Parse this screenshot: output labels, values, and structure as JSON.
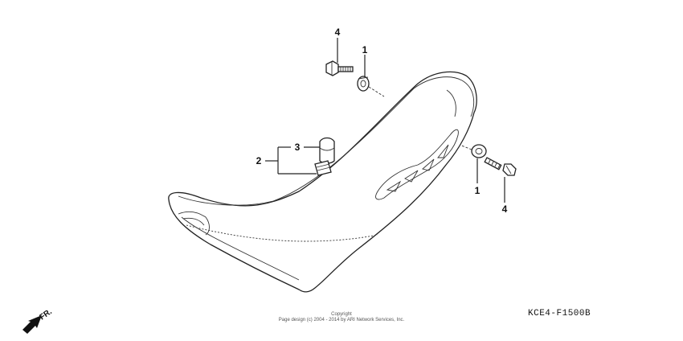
{
  "callouts": {
    "collar_top": "1",
    "collar_right": "1",
    "seat_assy": "2",
    "band": "3",
    "bolt_top": "4",
    "bolt_right": "4"
  },
  "front_label": "FR.",
  "diagram_code": "KCE4-F1500B",
  "copyright": {
    "line1": "Copyright",
    "line2": "Page design (c) 2004 - 2014 by ARI Network Services, Inc."
  }
}
